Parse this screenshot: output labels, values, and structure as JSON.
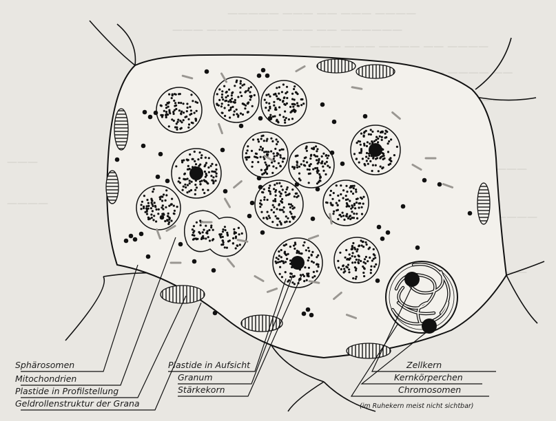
{
  "labels": {
    "left": [
      "Sphärosomen",
      "Mitochondrien",
      "Plastide in Profilstellung",
      "Geldrollenstruktur der Grana"
    ],
    "middle": [
      "Plastide in Aufsicht",
      "Granum",
      "Stärkekorn"
    ],
    "right": [
      "Zellkern",
      "Kernkörperchen",
      "Chromosomen"
    ],
    "note": "(im Ruhekern meist nicht sichtbar)"
  },
  "colors": {
    "background": "#e9e7e2",
    "ink": "#1a1a1a",
    "cell_fill": "#f3f1ec",
    "bleed_text": "#b9b6b0"
  }
}
